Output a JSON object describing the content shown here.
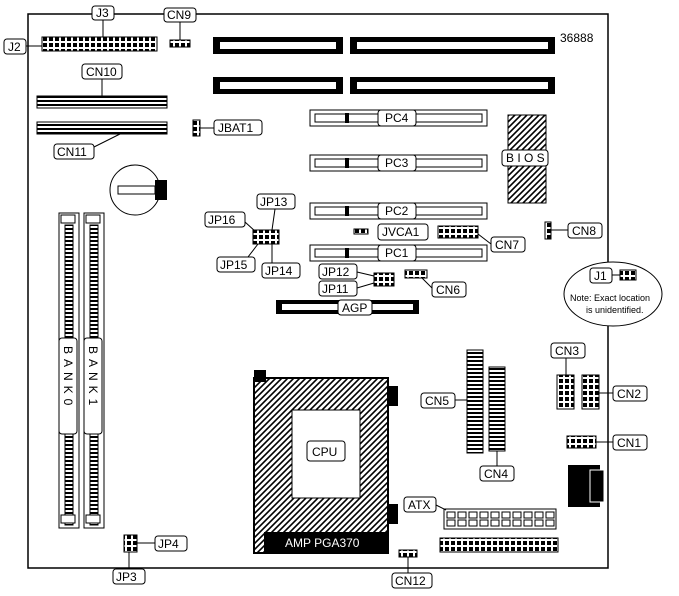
{
  "figure_id": "36888",
  "labels": {
    "j3": "J3",
    "cn9": "CN9",
    "j2": "J2",
    "cn10": "CN10",
    "cn11": "CN11",
    "jbat1": "JBAT1",
    "pc4": "PC4",
    "pc3": "PC3",
    "pc2": "PC2",
    "pc1": "PC1",
    "bios": "B I O S",
    "cn8": "CN8",
    "jp13": "JP13",
    "jp16": "JP16",
    "jp15": "JP15",
    "jp14": "JP14",
    "jvca1": "JVCA1",
    "cn7": "CN7",
    "j1": "J1",
    "jp12": "JP12",
    "jp11": "JP11",
    "cn6": "CN6",
    "agp": "AGP",
    "bank0": "BANK0",
    "bank1": "BANK1",
    "cn3": "CN3",
    "cn2": "CN2",
    "cn5": "CN5",
    "cn1": "CN1",
    "cpu": "CPU",
    "cn4": "CN4",
    "atx": "ATX",
    "jp4": "JP4",
    "jp3": "JP3",
    "cn12": "CN12",
    "socket": "AMP PGA370"
  },
  "note": {
    "line1": "Note: Exact location",
    "line2": "is unidentified."
  }
}
